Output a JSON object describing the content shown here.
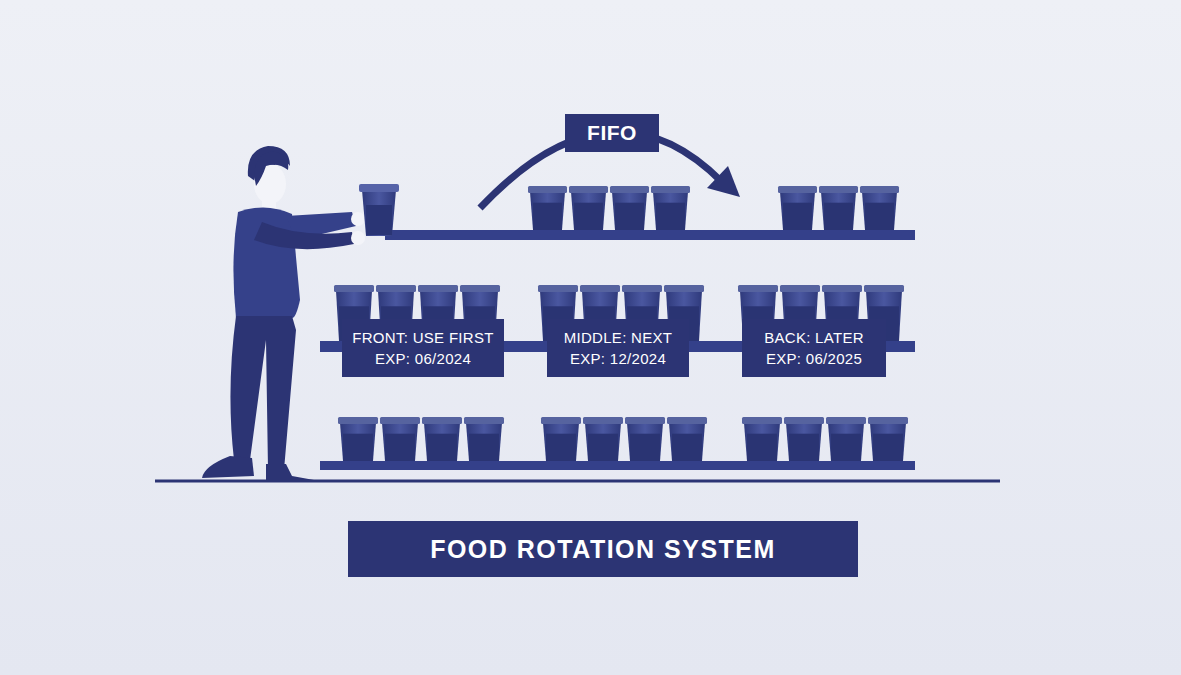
{
  "diagram": {
    "title": "FOOD ROTATION SYSTEM",
    "nodes": [
      {
        "text": [
          "FIFO"
        ]
      },
      {
        "text": [
          "FRONT: USE FIRST",
          "EXP: 06/2024"
        ]
      },
      {
        "text": [
          "MIDDLE: NEXT",
          "EXP: 12/2024"
        ]
      },
      {
        "text": [
          "BACK: LATER",
          "EXP: 06/2025"
        ]
      }
    ]
  }
}
